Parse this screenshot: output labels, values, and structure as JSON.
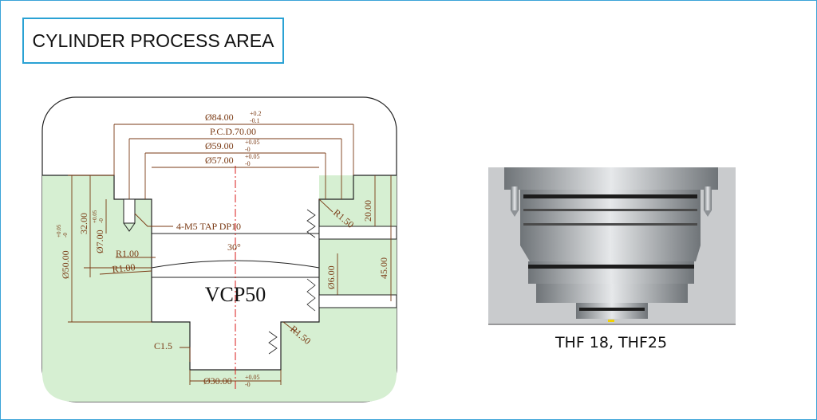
{
  "title": "CYLINDER PROCESS AREA",
  "drawing": {
    "dims": {
      "d84": "Ø84.00",
      "d84_tol_upper": "+0.2",
      "d84_tol_lower": "-0.1",
      "pcd": "P.C.D.70.00",
      "d59": "Ø59.00",
      "d59_tol_upper": "+0.05",
      "d59_tol_lower": "-0",
      "d57": "Ø57.00",
      "d57_tol_upper": "+0.05",
      "d57_tol_lower": "-0",
      "tap": "4-M5 TAP DP10",
      "r150_top": "R1.50",
      "h20": "20.00",
      "h32": "32.00",
      "h7": "Ø7.00",
      "h7_tol_upper": "+0.05",
      "h7_tol_lower": "-0",
      "h50": "Ø50.00",
      "h50_tol_upper": "+0.05",
      "h50_tol_lower": "-0",
      "r1_a": "R1.00",
      "r1_b": "R1.00",
      "angle": "30°",
      "d6": "Ø6.00",
      "h45": "45.00",
      "model": "VCP50",
      "c15": "C1.5",
      "r150_bottom": "R1.50",
      "d30": "Ø30.00",
      "d30_tol_upper": "+0.05",
      "d30_tol_lower": "-0"
    }
  },
  "photo": {
    "caption": "THF 18, THF25"
  },
  "colors": {
    "accent_border": "#2aa2d4",
    "material_fill": "#d6efd2",
    "dimension": "#7a3a14",
    "centerline": "#d81b1b"
  }
}
